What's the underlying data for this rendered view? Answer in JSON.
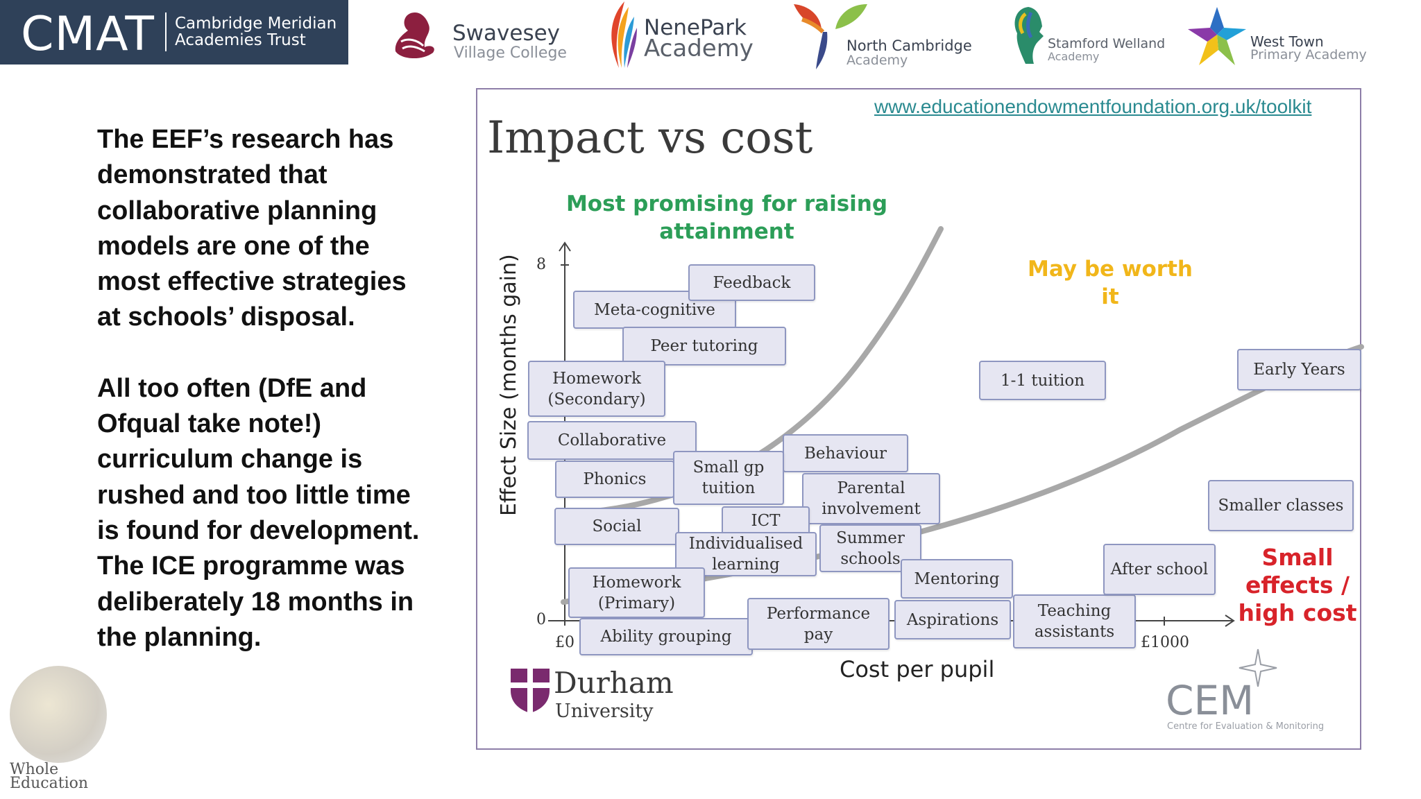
{
  "header": {
    "cmat": {
      "short": "CMAT",
      "line1": "Cambridge Meridian",
      "line2": "Academies Trust"
    },
    "logos": [
      {
        "name": "Swavesey",
        "sub": "Village College"
      },
      {
        "name": "NenePark",
        "sub": "Academy"
      },
      {
        "name": "North Cambridge",
        "sub": "Academy"
      },
      {
        "name": "Stamford Welland",
        "sub": "Academy"
      },
      {
        "name": "West Town",
        "sub": "Primary Academy"
      }
    ]
  },
  "left_text": {
    "para1": "The EEF’s research has demonstrated that collaborative planning models are one of the most effective strategies at schools’ disposal.",
    "para2": "All too often (DfE and Ofqual take note!) curriculum change is rushed and too little time is found for development. The ICE programme was deliberately 18 months in the planning."
  },
  "whole_education": {
    "line1": "Whole",
    "line2": "Education"
  },
  "chart": {
    "title": "Impact vs cost",
    "url": "www.educationendowmentfoundation.org.uk/toolkit",
    "note_green": "Most promising for raising attainment",
    "note_orange": "May be worth it",
    "note_red": "Small effects / high cost",
    "y_label": "Effect Size (months gain)",
    "x_label": "Cost per pupil",
    "y_tick_top": "8",
    "y_tick_bottom": "0",
    "x_tick_left": "£0",
    "x_tick_right": "£1000",
    "boxes": [
      {
        "label": "Feedback"
      },
      {
        "label": "Meta-cognitive"
      },
      {
        "label": "Peer tutoring"
      },
      {
        "label": "Homework (Secondary)"
      },
      {
        "label": "Collaborative"
      },
      {
        "label": "Phonics"
      },
      {
        "label": "Small gp tuition"
      },
      {
        "label": "Behaviour"
      },
      {
        "label": "Parental involvement"
      },
      {
        "label": "Social"
      },
      {
        "label": "ICT"
      },
      {
        "label": "Individualised learning"
      },
      {
        "label": "Summer schools"
      },
      {
        "label": "Homework (Primary)"
      },
      {
        "label": "Mentoring"
      },
      {
        "label": "Ability grouping"
      },
      {
        "label": "Performance pay"
      },
      {
        "label": "Aspirations"
      },
      {
        "label": "Teaching assistants"
      },
      {
        "label": "After school"
      },
      {
        "label": "1-1 tuition"
      },
      {
        "label": "Early Years"
      },
      {
        "label": "Smaller classes"
      }
    ]
  },
  "durham": {
    "line1": "Durham",
    "line2": "University"
  },
  "cem": {
    "short": "CEM",
    "full": "Centre for Evaluation & Monitoring"
  },
  "colors": {
    "frame": "#8d7ea8",
    "box_fill": "#e6e6f2",
    "box_border": "#8e96c0",
    "green": "#2c9e58",
    "orange": "#f1b61a",
    "red": "#d8232a",
    "cmat_bg": "#2f4159",
    "url": "#2a8a90"
  }
}
